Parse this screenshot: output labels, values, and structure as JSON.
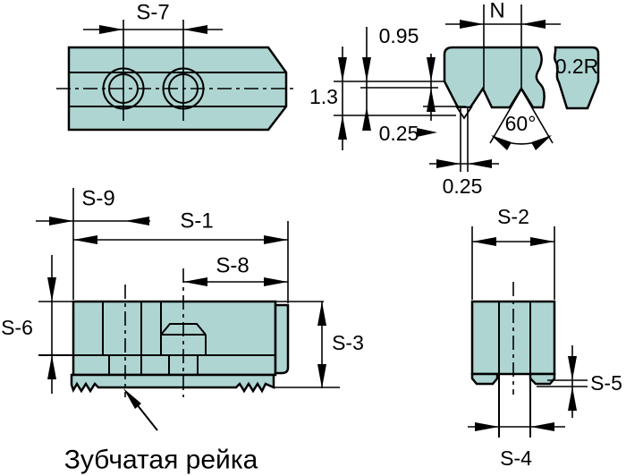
{
  "figures": {
    "top_view": {
      "dims": {
        "s7": "S-7"
      }
    },
    "tooth_profile": {
      "dims": {
        "n": "N",
        "depth_095": "0.95",
        "depth_13": "1.3",
        "gap_025": "0.25",
        "tip_025": "0.25",
        "angle_60": "60°",
        "radius_02r": "0.2R"
      }
    },
    "side_view": {
      "dims": {
        "s9": "S-9",
        "s1": "S-1",
        "s8": "S-8",
        "s6": "S-6",
        "s3": "S-3"
      },
      "caption": "Зубчатая рейка"
    },
    "end_view": {
      "dims": {
        "s2": "S-2",
        "s5": "S-5",
        "s4": "S-4"
      }
    }
  },
  "colors": {
    "part_fill": "#aed5d2",
    "line_color": "#000000",
    "background": "#ffffff"
  }
}
